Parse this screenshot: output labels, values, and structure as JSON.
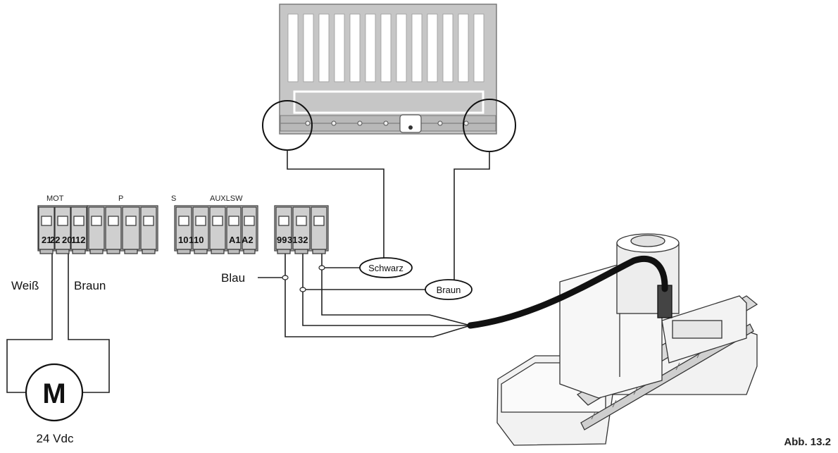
{
  "terminal_groups": {
    "mot": "MOT",
    "p": "P",
    "s": "S",
    "auxlsw": "AUXLSW"
  },
  "terminals": {
    "t21": "21",
    "t22": "22",
    "t20": "20",
    "t1": "1",
    "t12": "12",
    "t10": "10",
    "t110": "1",
    "t10b": "10",
    "a1": "A1",
    "a2": "A2",
    "t99": "99",
    "t31": "31",
    "t32": "32"
  },
  "wires": {
    "weiss": "Weiß",
    "braun_motor": "Braun",
    "blau": "Blau",
    "schwarz": "Schwarz",
    "braun_sensor": "Braun"
  },
  "motor": {
    "letter": "M",
    "voltage": "24 Vdc"
  },
  "figure_label": "Abb. 13.2"
}
